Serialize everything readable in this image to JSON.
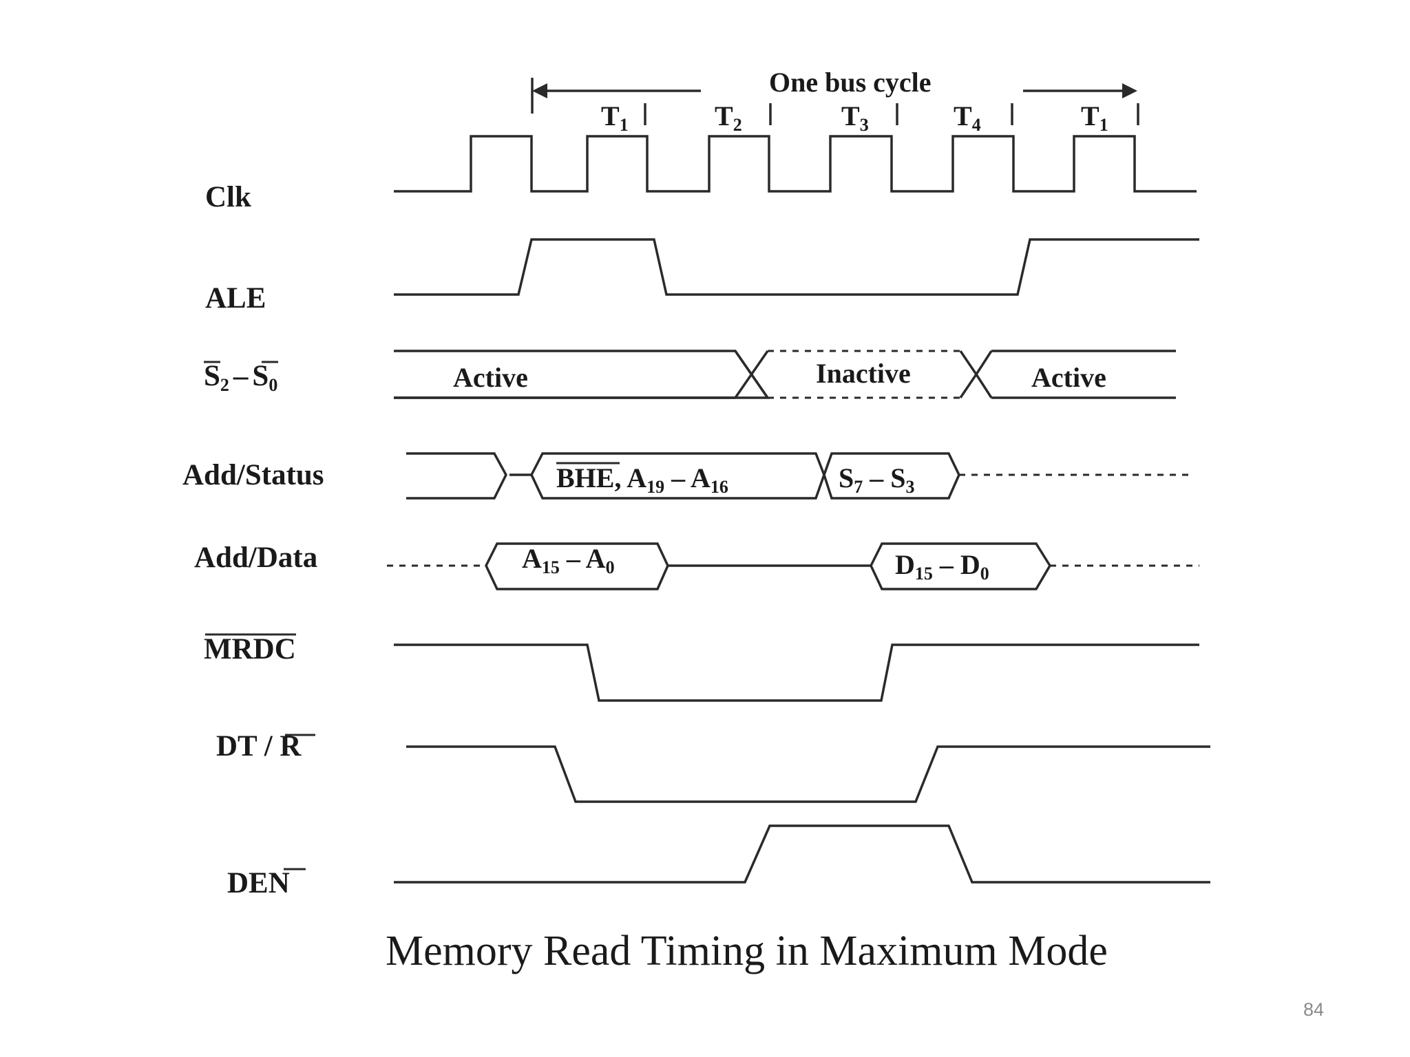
{
  "diagram": {
    "bus_cycle_label": "One bus cycle",
    "states": [
      "T",
      "T",
      "T",
      "T",
      "T"
    ],
    "state_subs": [
      "1",
      "2",
      "3",
      "4",
      "1"
    ],
    "signals": {
      "clk": "Clk",
      "ale": "ALE",
      "s_main1": "S",
      "s_sub1": "2",
      "s_dash": "–",
      "s_main2": "S",
      "s_sub2": "0",
      "add_status": "Add/Status",
      "add_data": "Add/Data",
      "mrdc": "MRDC",
      "dtr_main": "DT / R",
      "den": "DEN"
    },
    "segments": {
      "s_active1": "Active",
      "s_inactive": "Inactive",
      "s_active2": "Active",
      "bhe_main": "BHE",
      "bhe_a1": ", A",
      "bhe_a1_sub": "19",
      "bhe_dash": " – A",
      "bhe_a2_sub": "16",
      "s7_main": "S",
      "s7_sub": "7",
      "s7_dash": " – S",
      "s3_sub": "3",
      "a15_main": "A",
      "a15_sub": "15",
      "a15_dash": " – A",
      "a0_sub": "0",
      "d15_main": "D",
      "d15_sub": "15",
      "d15_dash": " – D",
      "d0_sub": "0"
    }
  },
  "caption": "Memory Read Timing in Maximum Mode",
  "page_number": "84"
}
